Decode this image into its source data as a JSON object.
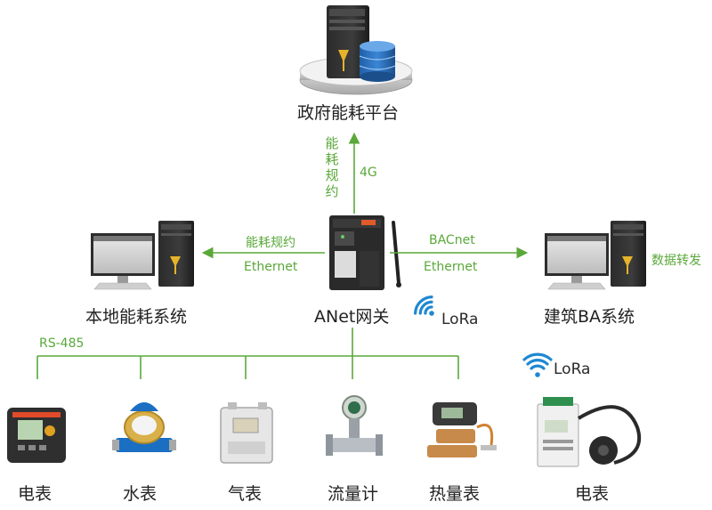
{
  "top": {
    "platform_label": "政府能耗平台",
    "link_protocol_chars": [
      "能",
      "耗",
      "规",
      "约"
    ],
    "link_4g": "4G"
  },
  "left": {
    "system_label": "本地能耗系统",
    "link_protocol": "能耗规约",
    "link_ethernet": "Ethernet"
  },
  "center": {
    "gateway_label": "ANet网关",
    "lora_label": "LoRa"
  },
  "right": {
    "system_label": "建筑BA系统",
    "link_protocol": "BACnet",
    "link_ethernet": "Ethernet",
    "forward_label": "数据转发"
  },
  "bus": {
    "label": "RS-485"
  },
  "devices": {
    "electric_meter": "电表",
    "water_meter": "水表",
    "gas_meter": "气表",
    "flow_meter": "流量计",
    "heat_meter": "热量表",
    "lora_meter_label": "LoRa",
    "lora_electric_meter": "电表"
  },
  "colors": {
    "line_green": "#5aa83a",
    "wifi_blue": "#1e88d2"
  }
}
